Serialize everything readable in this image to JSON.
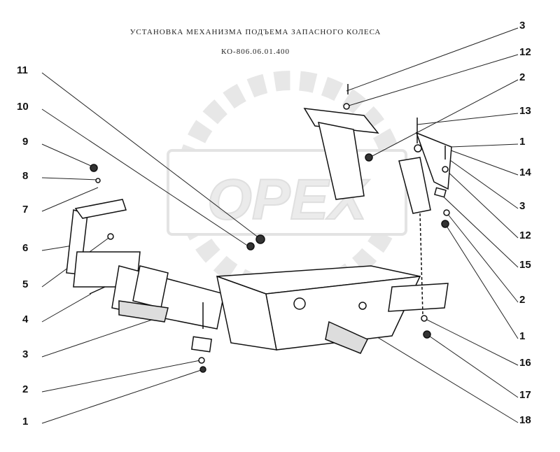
{
  "title": "УСТАНОВКА МЕХАНИЗМА ПОДЪЕМА ЗАПАСНОГО КОЛЕСА",
  "subtitle": "КО-806.06.01.400",
  "watermark": "OPEX",
  "callouts": {
    "left": [
      "11",
      "10",
      "9",
      "8",
      "7",
      "6",
      "5",
      "4",
      "3",
      "2",
      "1"
    ],
    "right": [
      "3",
      "12",
      "2",
      "13",
      "1",
      "14",
      "3",
      "12",
      "15",
      "2",
      "1",
      "16",
      "17",
      "18"
    ]
  }
}
